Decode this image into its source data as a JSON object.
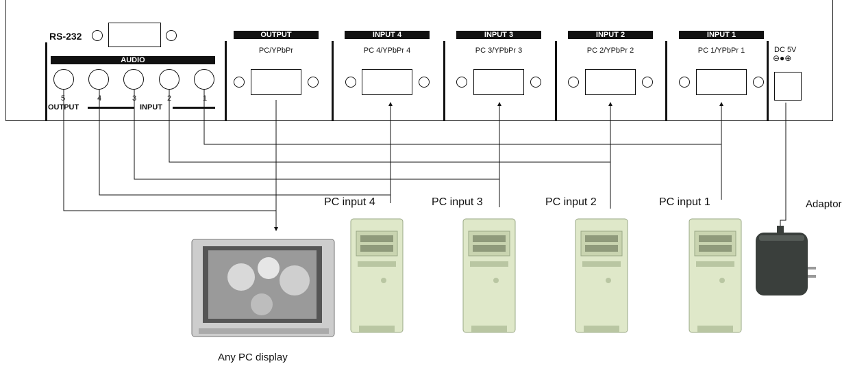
{
  "panel": {
    "rs232_label": "RS-232",
    "audio_label": "AUDIO",
    "audio_jacks": [
      "5",
      "4",
      "3",
      "2",
      "1"
    ],
    "audio_output_label": "OUTPUT",
    "audio_input_label": "INPUT",
    "ports": [
      {
        "header": "OUTPUT",
        "sub": "PC/YPbPr"
      },
      {
        "header": "INPUT 4",
        "sub": "PC 4/YPbPr 4"
      },
      {
        "header": "INPUT 3",
        "sub": "PC 3/YPbPr 3"
      },
      {
        "header": "INPUT 2",
        "sub": "PC 2/YPbPr 2"
      },
      {
        "header": "INPUT 1",
        "sub": "PC 1/YPbPr 1"
      }
    ],
    "dc_label": "DC 5V",
    "dc_polarity": "⊖●⊕"
  },
  "captions": {
    "pc4": "PC input 4",
    "pc3": "PC input 3",
    "pc2": "PC input 2",
    "pc1": "PC input 1",
    "adaptor": "Adaptor",
    "display": "Any PC display"
  },
  "colors": {
    "line": "#111111",
    "pc_case": "#dfe8c9",
    "pc_shade": "#b9c6a2",
    "tv": "#c8c8c8",
    "adaptor": "#3a3f3c"
  }
}
